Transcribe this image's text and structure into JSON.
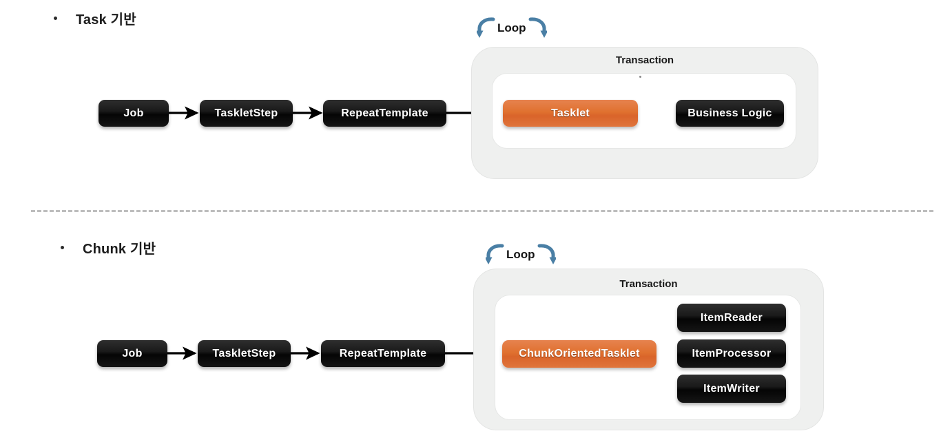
{
  "sections": [
    {
      "heading": "Task 기반",
      "loop_label": "Loop",
      "transaction_label": "Transaction",
      "nodes": [
        {
          "label": "Job",
          "style": "dark"
        },
        {
          "label": "TaskletStep",
          "style": "dark"
        },
        {
          "label": "RepeatTemplate",
          "style": "dark"
        },
        {
          "label": "Tasklet",
          "style": "orange"
        },
        {
          "label": "Business Logic",
          "style": "dark"
        }
      ]
    },
    {
      "heading": "Chunk 기반",
      "loop_label": "Loop",
      "transaction_label": "Transaction",
      "nodes": [
        {
          "label": "Job",
          "style": "dark"
        },
        {
          "label": "TaskletStep",
          "style": "dark"
        },
        {
          "label": "RepeatTemplate",
          "style": "dark"
        },
        {
          "label": "ChunkOrientedTasklet",
          "style": "orange"
        },
        {
          "label": "ItemReader",
          "style": "dark"
        },
        {
          "label": "ItemProcessor",
          "style": "dark"
        },
        {
          "label": "ItemWriter",
          "style": "dark"
        }
      ]
    }
  ],
  "icons": {
    "loop_left": "loop-arrow-left-icon",
    "loop_right": "loop-arrow-right-icon",
    "bullet": "bullet-dot-icon",
    "flow_arrow": "flow-arrow-icon"
  },
  "colors": {
    "accent_orange": "#de6a2c",
    "node_dark": "#111111",
    "container_gray": "#eff0ef",
    "loop_blue": "#4a7fa5",
    "divider_gray": "#bdbdbd",
    "text_dark": "#1d1d1d"
  }
}
